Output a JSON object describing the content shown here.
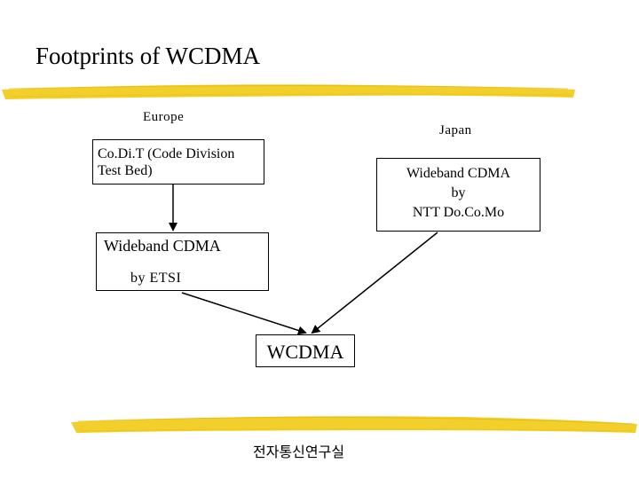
{
  "slide": {
    "title": "Footprints of WCDMA",
    "footer": "전자통신연구실"
  },
  "diagram": {
    "labels": {
      "europe": "Europe",
      "japan": "Japan"
    },
    "boxes": {
      "codit_line1": "Co.Di.T (Code Division",
      "codit_line2": "Test Bed)",
      "ntt_line1": "Wideband CDMA",
      "ntt_line2": "by",
      "ntt_line3": "NTT Do.Co.Mo",
      "etsi_line1": "Wideband CDMA",
      "etsi_line2": "by ETSI",
      "wcdma": "WCDMA"
    }
  },
  "colors": {
    "highlighter": "#f2cf2a",
    "ink": "#000000"
  }
}
